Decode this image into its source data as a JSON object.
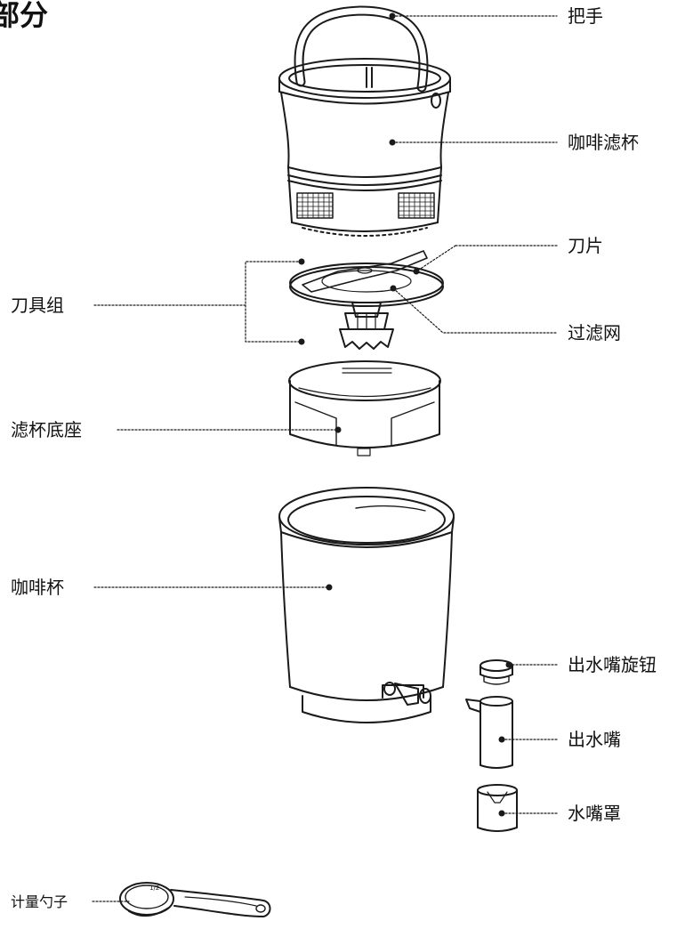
{
  "title": "部分",
  "labels": {
    "handle": "把手",
    "coffee_filter_cup": "咖啡滤杯",
    "blade": "刀片",
    "blade_assembly": "刀具组",
    "filter_mesh": "过滤网",
    "filter_cup_base": "滤杯底座",
    "coffee_cup": "咖啡杯",
    "spout_knob": "出水嘴旋钮",
    "spout": "出水嘴",
    "spout_cover": "水嘴罩",
    "measuring_spoon": "计量勺子"
  },
  "spoon_mark": "1/2"
}
